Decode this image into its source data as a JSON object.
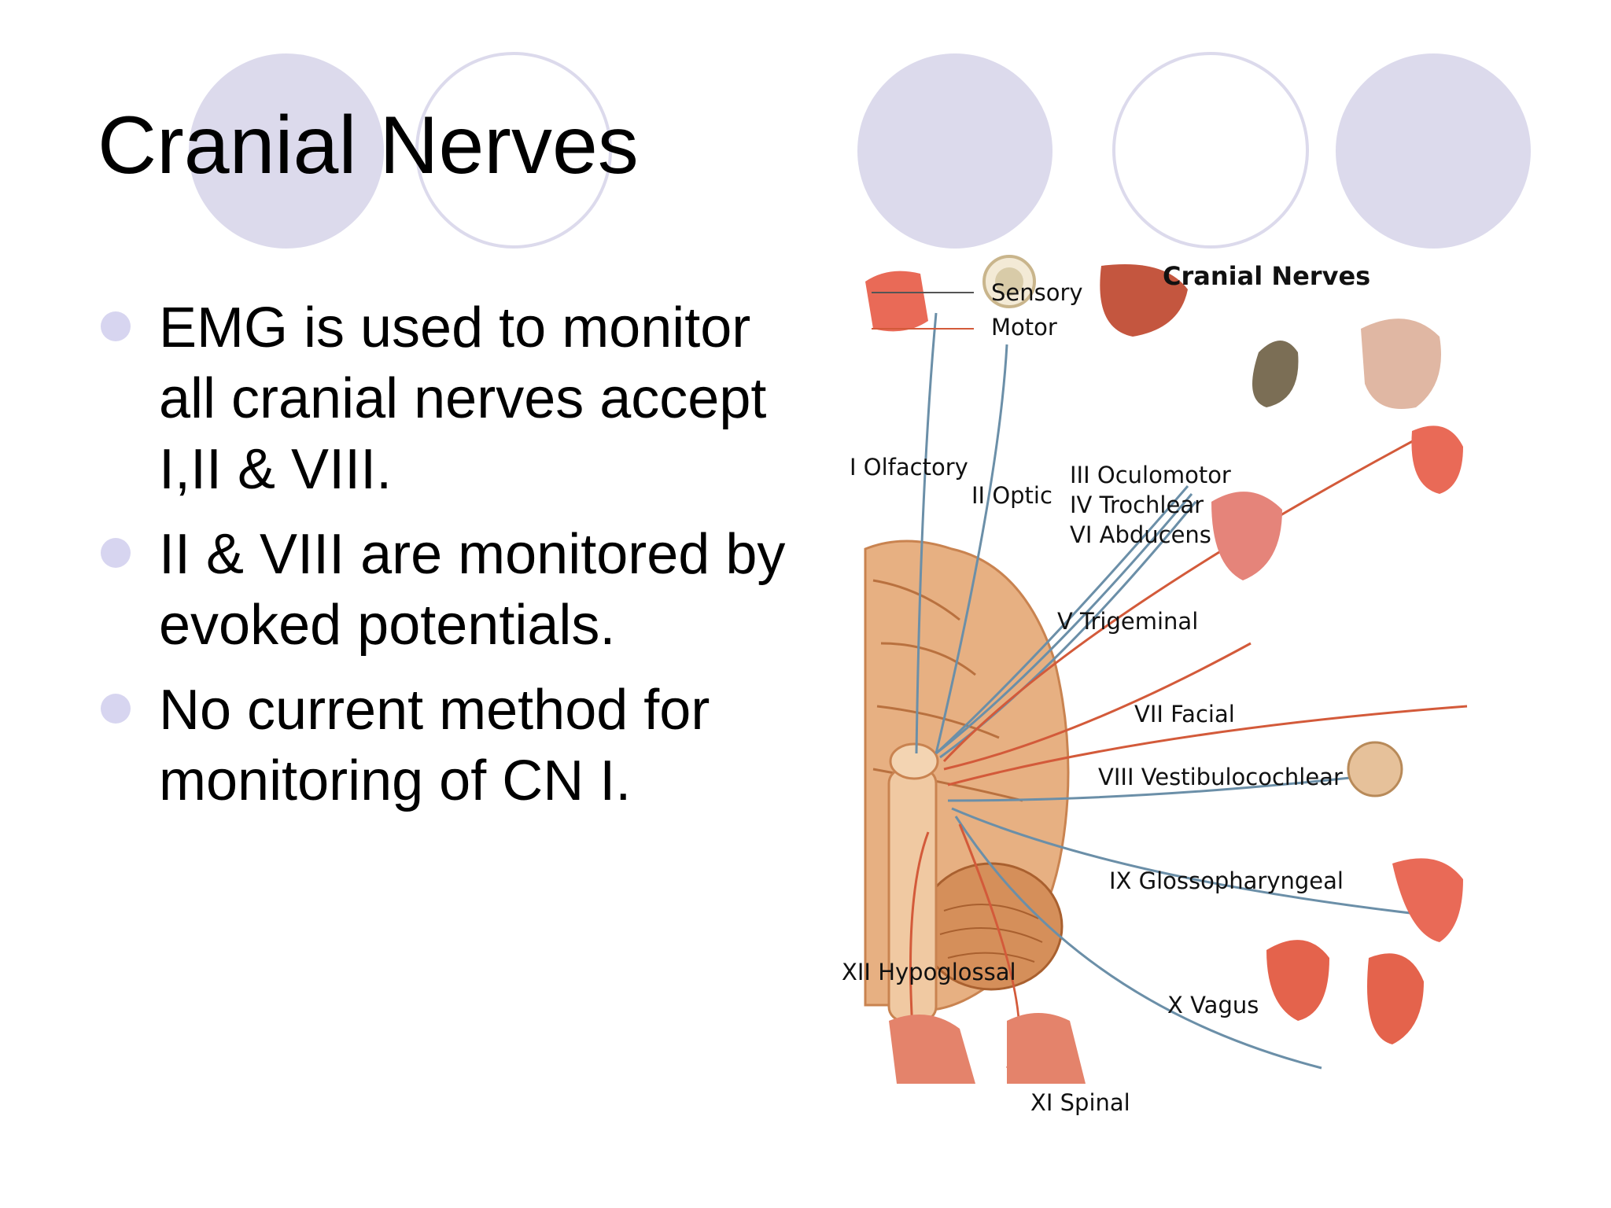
{
  "slide": {
    "title": "Cranial Nerves",
    "bullets": [
      "EMG is used to monitor all cranial nerves accept I,II & VIII.",
      "II & VIII are monitored by evoked potentials.",
      "No current method for monitoring of CN I."
    ]
  },
  "diagram": {
    "title": "Cranial Nerves",
    "legend": {
      "sensory": "Sensory",
      "motor": "Motor"
    },
    "labels": {
      "olfactory": "I Olfactory",
      "optic": "II Optic",
      "oculomotor": "III Oculomotor",
      "trochlear": "IV Trochlear",
      "abducens": "VI Abducens",
      "trigeminal": "V Trigeminal",
      "facial": "VII Facial",
      "vestibulocochlear": "VIII Vestibulocochlear",
      "glossopharyngeal": "IX Glossopharyngeal",
      "hypoglossal": "XII Hypoglossal",
      "vagus": "X Vagus",
      "spinal": "XI Spinal"
    }
  },
  "colors": {
    "decor_circle": "#dcdaec",
    "bullet": "#d7d5f0",
    "sensory_line": "#6b8fa8",
    "motor_line": "#d35a3a"
  }
}
